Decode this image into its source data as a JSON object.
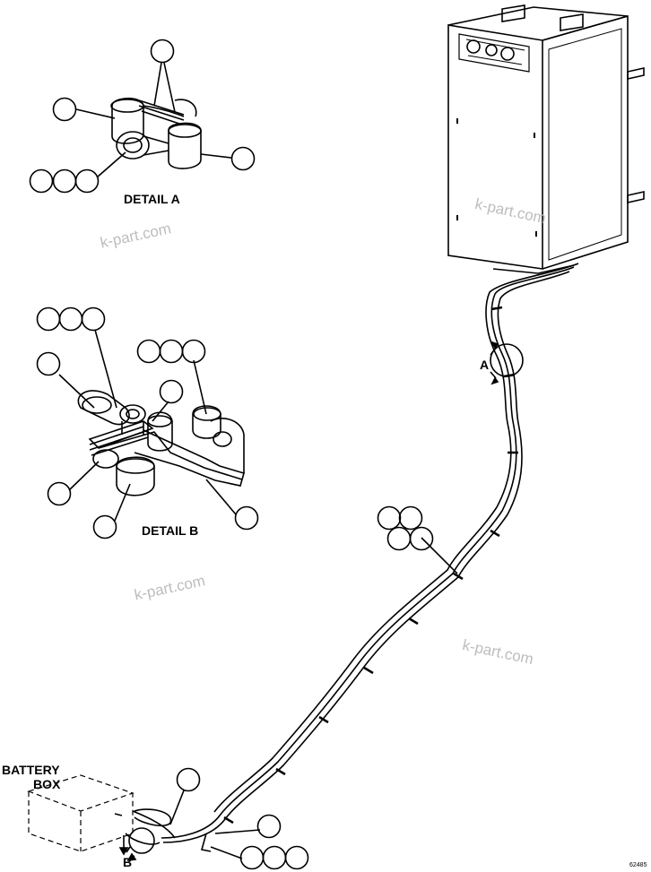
{
  "labels": {
    "detail_a": "DETAIL A",
    "detail_b": "DETAIL B",
    "battery_box_line1": "BATTERY",
    "battery_box_line2": "BOX",
    "arrow_a": "A",
    "arrow_b": "B",
    "figure_number": "62485"
  },
  "watermarks": [
    "k-part.com",
    "k-part.com",
    "k-part.com",
    "k-part.com"
  ]
}
